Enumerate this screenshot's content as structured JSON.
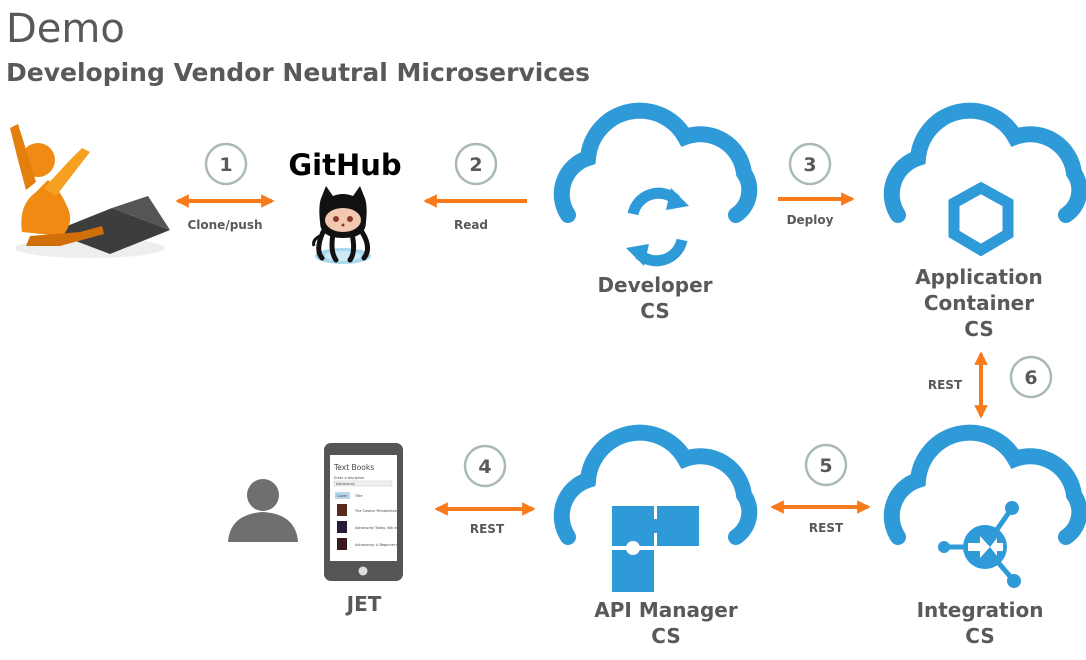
{
  "header": {
    "title": "Demo",
    "subtitle": "Developing Vendor Neutral Microservices"
  },
  "nodes": {
    "github": "GitHub",
    "developer": [
      "Developer",
      "CS"
    ],
    "app_container": [
      "Application",
      "Container",
      "CS"
    ],
    "jet": "JET",
    "api_manager": [
      "API Manager",
      "CS"
    ],
    "integration": [
      "Integration",
      "CS"
    ]
  },
  "edges": {
    "e1": {
      "step": "1",
      "label": "Clone/push"
    },
    "e2": {
      "step": "2",
      "label": "Read"
    },
    "e3": {
      "step": "3",
      "label": "Deploy"
    },
    "e4": {
      "step": "4",
      "label": "REST"
    },
    "e5": {
      "step": "5",
      "label": "REST"
    },
    "e6": {
      "step": "6",
      "label": "REST"
    }
  },
  "tablet": {
    "title": "Text Books",
    "hint": "Enter a discipline",
    "search_value": "Astronomy",
    "col_cover": "Cover",
    "col_title": "Title",
    "books": [
      "The Cosmic Perspective, 2",
      "Astronomy Today, 8th ed",
      "Astronomy: A Beginner's"
    ]
  },
  "colors": {
    "cloud": "#2e9ad8",
    "arrow": "#f97a1a",
    "circle_border": "#a9b9ba",
    "text": "#595959"
  }
}
